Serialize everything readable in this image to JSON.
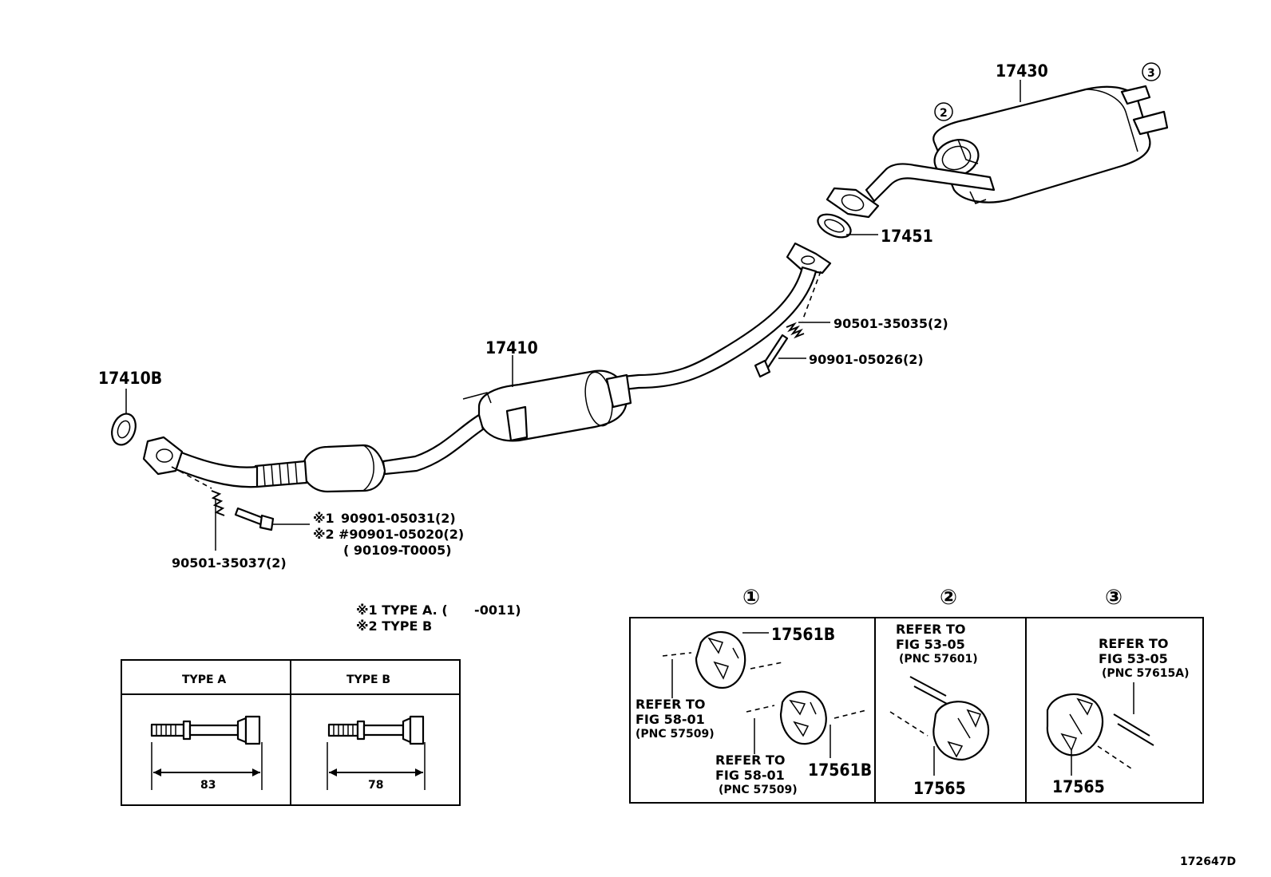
{
  "diagram_id": "172647D",
  "parts": {
    "muffler": "17430",
    "gasket_rear": "17451",
    "center_pipe": "17410",
    "gasket_front": "17410B",
    "spring_rear": "90501-35035(2)",
    "bolt_rear": "90901-05026(2)",
    "spring_front": "90501-35037(2)",
    "bolt_front_1_mark": "※1",
    "bolt_front_1": "90901-05031(2)",
    "bolt_front_2_mark": "※2",
    "bolt_front_2": "#90901-05020(2)",
    "bolt_front_alt": "( 90109-T0005)"
  },
  "callouts": {
    "c1": "①",
    "c2": "②",
    "c3": "③"
  },
  "notes": {
    "type_a": "※1 TYPE A. (      -0011)",
    "type_b": "※2 TYPE B"
  },
  "type_table": {
    "type_a_label": "TYPE A",
    "type_b_label": "TYPE B",
    "type_a_length": "83",
    "type_b_length": "78"
  },
  "hanger_panels": {
    "panel1": {
      "callout": "①",
      "part_top": "17561B",
      "part_bottom": "17561B",
      "ref1_line1": "REFER TO",
      "ref1_line2": "FIG 58-01",
      "ref1_line3": "(PNC 57509)",
      "ref2_line1": "REFER TO",
      "ref2_line2": "FIG 58-01",
      "ref2_line3": "(PNC 57509)"
    },
    "panel2": {
      "callout": "②",
      "part": "17565",
      "ref_line1": "REFER TO",
      "ref_line2": "FIG 53-05",
      "ref_line3": "(PNC 57601)"
    },
    "panel3": {
      "callout": "③",
      "part": "17565",
      "ref_line1": "REFER TO",
      "ref_line2": "FIG 53-05",
      "ref_line3": "(PNC 57615A)"
    }
  }
}
